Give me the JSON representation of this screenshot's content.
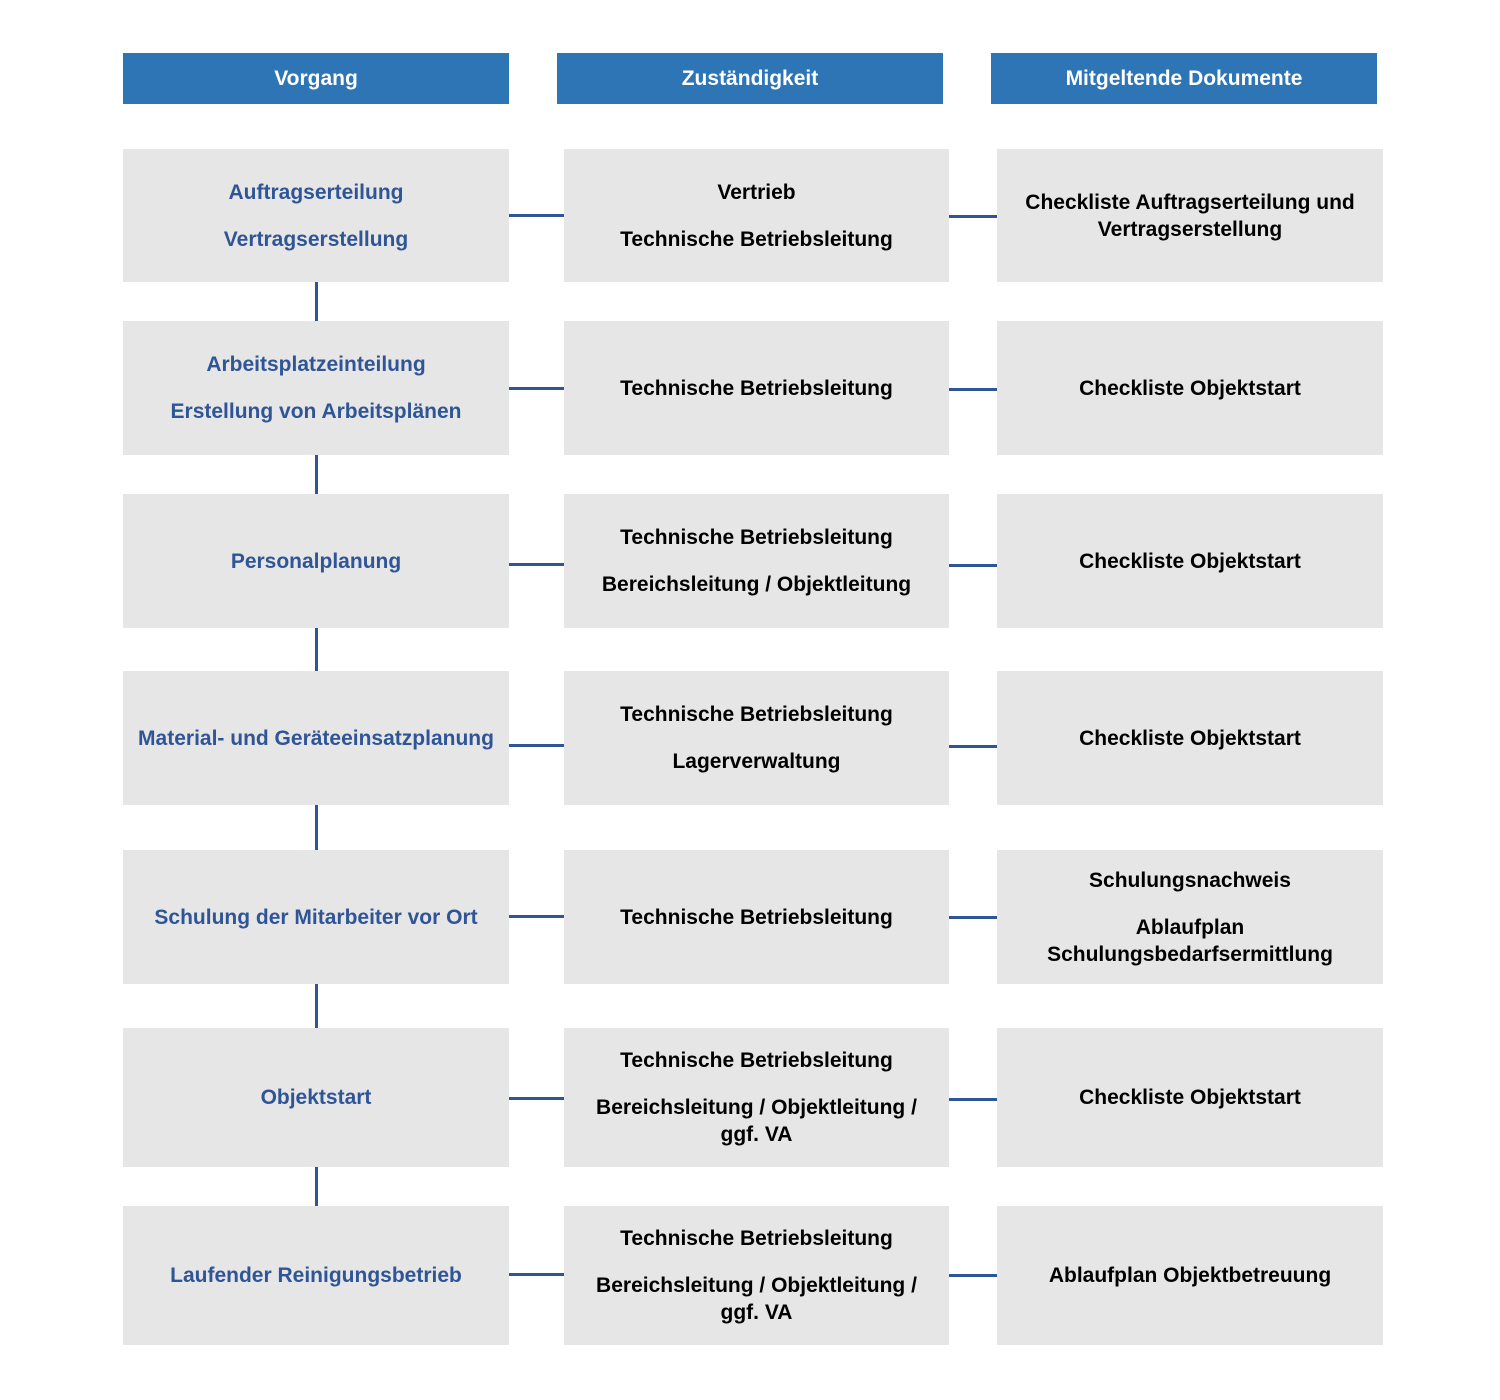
{
  "headers": {
    "vorgang": "Vorgang",
    "zustaendigkeit": "Zuständigkeit",
    "dokumente": "Mitgeltende Dokumente"
  },
  "colors": {
    "header_bg": "#2e75b6",
    "box_bg": "#e6e6e6",
    "vorgang_text": "#2f5597",
    "connector": "#2f5597"
  },
  "rows": [
    {
      "vorgang": [
        "Auftragserteilung",
        "Vertragserstellung"
      ],
      "zustaendigkeit": [
        "Vertrieb",
        "Technische Betriebsleitung"
      ],
      "dokumente": [
        "Checkliste Auftragserteilung und Vertragserstellung"
      ]
    },
    {
      "vorgang": [
        "Arbeitsplatzeinteilung",
        "Erstellung von Arbeitsplänen"
      ],
      "zustaendigkeit": [
        "Technische Betriebsleitung"
      ],
      "dokumente": [
        "Checkliste Objektstart"
      ]
    },
    {
      "vorgang": [
        "Personalplanung"
      ],
      "zustaendigkeit": [
        "Technische Betriebsleitung",
        "Bereichsleitung / Objektleitung"
      ],
      "dokumente": [
        "Checkliste Objektstart"
      ]
    },
    {
      "vorgang": [
        "Material- und Geräteeinsatzplanung"
      ],
      "zustaendigkeit": [
        "Technische Betriebsleitung",
        "Lagerverwaltung"
      ],
      "dokumente": [
        "Checkliste Objektstart"
      ]
    },
    {
      "vorgang": [
        "Schulung der Mitarbeiter vor Ort"
      ],
      "zustaendigkeit": [
        "Technische Betriebsleitung"
      ],
      "dokumente": [
        "Schulungsnachweis",
        "Ablaufplan Schulungsbedarfsermittlung"
      ]
    },
    {
      "vorgang": [
        "Objektstart"
      ],
      "zustaendigkeit": [
        "Technische Betriebsleitung",
        "Bereichsleitung / Objektleitung / ggf. VA"
      ],
      "dokumente": [
        "Checkliste Objektstart"
      ]
    },
    {
      "vorgang": [
        "Laufender Reinigungsbetrieb"
      ],
      "zustaendigkeit": [
        "Technische Betriebsleitung",
        "Bereichsleitung / Objektleitung / ggf. VA"
      ],
      "dokumente": [
        "Ablaufplan Objektbetreuung"
      ]
    }
  ]
}
